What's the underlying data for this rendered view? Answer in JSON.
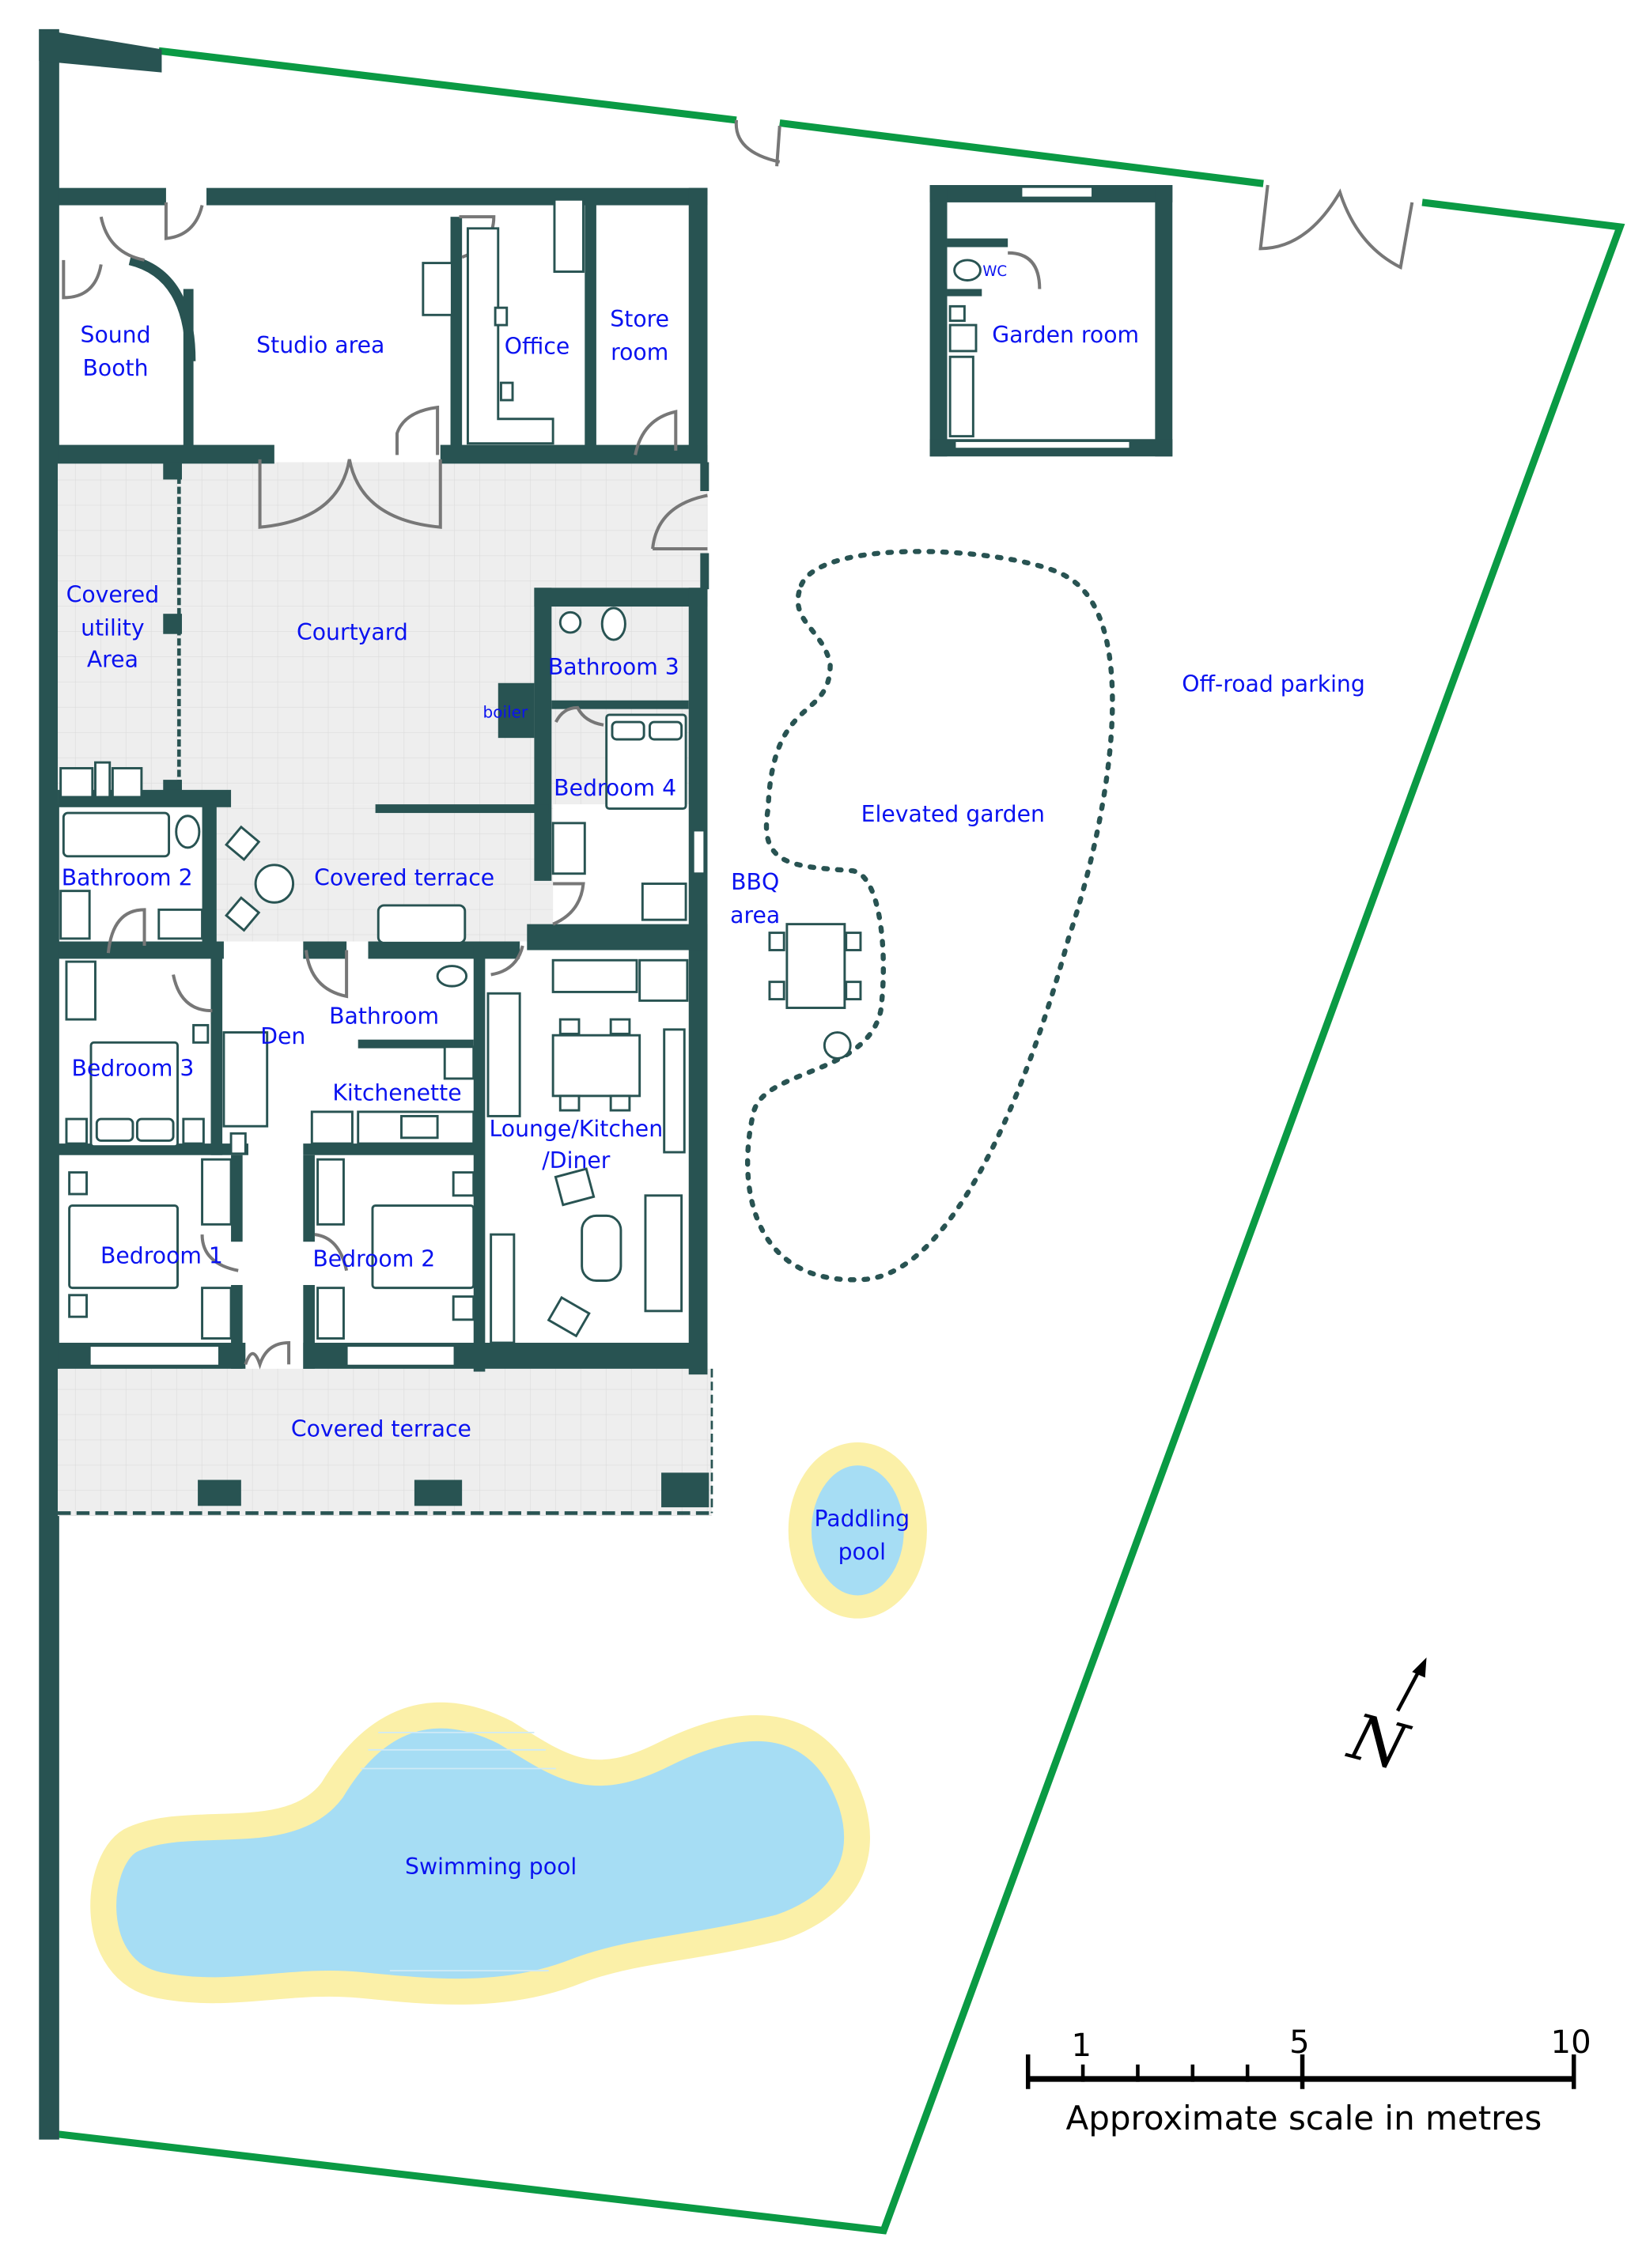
{
  "colors": {
    "wall": "#285352",
    "boundary": "#0a9a44",
    "label": "#0a12f0",
    "pool": "#a6ddf4",
    "pool_edge": "#fbf0a8",
    "tile": "#eeeeee"
  },
  "rooms": {
    "sound_booth": [
      "Sound",
      "Booth"
    ],
    "studio": "Studio area",
    "office": "Office",
    "store": [
      "Store",
      "room"
    ],
    "utility": [
      "Covered",
      "utility",
      "Area"
    ],
    "courtyard": "Courtyard",
    "bathroom3": "Bathroom 3",
    "boiler": "boiler",
    "bedroom4": "Bedroom 4",
    "bathroom2": "Bathroom 2",
    "covered_terrace_top": "Covered terrace",
    "bedroom3": "Bedroom 3",
    "den": "Den",
    "bathroom": "Bathroom",
    "kitchenette": "Kitchenette",
    "lounge": [
      "Lounge/Kitchen",
      "/Diner"
    ],
    "bedroom1": "Bedroom 1",
    "bedroom2": "Bedroom 2",
    "covered_terrace_bottom": "Covered terrace",
    "garden_room": "Garden room",
    "wc": "WC",
    "bbq": [
      "BBQ",
      "area"
    ],
    "elevated_garden": "Elevated garden",
    "parking": "Off-road parking",
    "paddling_pool": [
      "Paddling",
      "pool"
    ],
    "swimming_pool": "Swimming pool"
  },
  "north": {
    "label": "N",
    "icon": "north-arrow-icon"
  },
  "scale_bar": {
    "ticks": [
      "1",
      "5",
      "10"
    ],
    "caption": "Approximate scale in metres",
    "unit": "metres"
  }
}
